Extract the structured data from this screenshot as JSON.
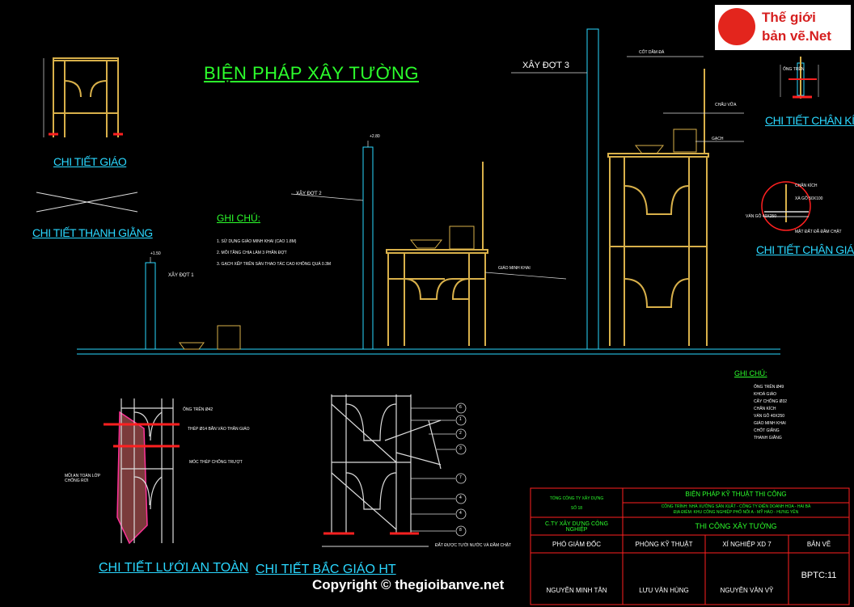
{
  "title": "BIỆN PHÁP XÂY TƯỜNG",
  "logo": {
    "line1": "Thế giới",
    "line2": "bản vẽ.Net"
  },
  "details": {
    "scaffold": "CHI TIẾT GIÁO",
    "brace": "CHI TIẾT THANH GIẰNG",
    "jack": "CHI TIẾT CHÂN KÍCH",
    "base": "CHI TIẾT CHÂN GIÁO",
    "net": "CHI TIẾT LƯỚI AN TOÀN",
    "erect": "CHI TIẾT BẮC GIÁO HT"
  },
  "stages": {
    "s1": "XÂY ĐỢT 1",
    "s2": "XÂY ĐỢT 2",
    "s3": "XÂY ĐỢT 3"
  },
  "levels": {
    "l1": "+1.50",
    "l2": "+2.80"
  },
  "annotations": {
    "beam": "CỐT DẦM ĐÁ",
    "mortar": "CHẤU VỮA",
    "brick": "GẠCH",
    "frame_scaffold": "GIÁO MINH KHAI",
    "jack_tag": "ỐNG TRÊN",
    "jack_items": [
      "CHÂN KÍCH",
      "XÀ GỖ 50X100",
      "VÁN GỖ 40X250",
      "MẶT ĐẤT ĐÃ ĐẦM CHẶT"
    ],
    "net_items": [
      "ỐNG TRÊN Ø42",
      "THÉP Ø14 BẮN VÀO THÂN GIÁO",
      "MÓC THÉP CHỐNG TRƯỢT"
    ],
    "net_side": "MŨI AN TOÀN LỚP CHỐNG RƠI",
    "ground": "ĐẤT ĐƯỢC TƯỚI NƯỚC VÀ ĐẦM CHẶT"
  },
  "ghichu": {
    "heading": "GHI CHÚ:",
    "items": [
      "1. SỬ DỤNG GIÁO MINH KHAI (CAO 1.8M)",
      "2. MỖI TẦNG CHIA LÀM 3 PHÂN ĐỢT",
      "3. GẠCH XẾP TRÊN SÀN THAO TÁC CAO KHÔNG QUÁ 0.3M"
    ]
  },
  "legend": {
    "heading": "GHI CHÚ:",
    "items": [
      "ỐNG TRÊN Ø49",
      "KHOÁ GIÁO",
      "CÂY CHỐNG Ø32",
      "CHÂN KÍCH",
      "VÁN GỖ 40X250",
      "GIÁO MINH KHAI",
      "CHỐT GIẰNG",
      "THANH GIẰNG"
    ]
  },
  "callouts": [
    "6",
    "1",
    "2",
    "3",
    "7",
    "4",
    "4",
    "8"
  ],
  "title_block": {
    "company_top": "TỔNG CÔNG TY XÂY DỰNG",
    "company_sub": "SỐ 18",
    "company": "C.TY XÂY DỰNG CÔNG NGHIỆP",
    "project_title": "BIỆN PHÁP KỸ THUẬT THI CÔNG",
    "project_line1": "CÔNG TRÌNH: NHÀ XƯỞNG SẢN XUẤT - CÔNG TY ĐIỆN DOANH HOA - HAI BÀ",
    "project_line2": "ĐỊA ĐIỂM: KHU CÔNG NGHIỆP PHỐ NỐI A - MỸ HÀO - HƯNG YÊN",
    "drawing_name": "THI CÔNG XÂY TƯỜNG",
    "roles": [
      "PHÓ GIÁM ĐỐC",
      "PHÒNG KỸ THUẬT",
      "XÍ NGHIỆP XD 7",
      "BẢN VẼ"
    ],
    "names": [
      "NGUYỄN MINH TÂN",
      "LƯU VĂN HÙNG",
      "NGUYỄN VĂN VỸ",
      "BPTC:11"
    ]
  },
  "copyright": "Copyright © thegioibanve.net",
  "colors": {
    "green": "#2cff2c",
    "cyan": "#2ad7ff",
    "scaffold": "#d8b04a",
    "wall": "#2ad7ff",
    "red": "#ff2020",
    "magenta": "#ff3399"
  }
}
